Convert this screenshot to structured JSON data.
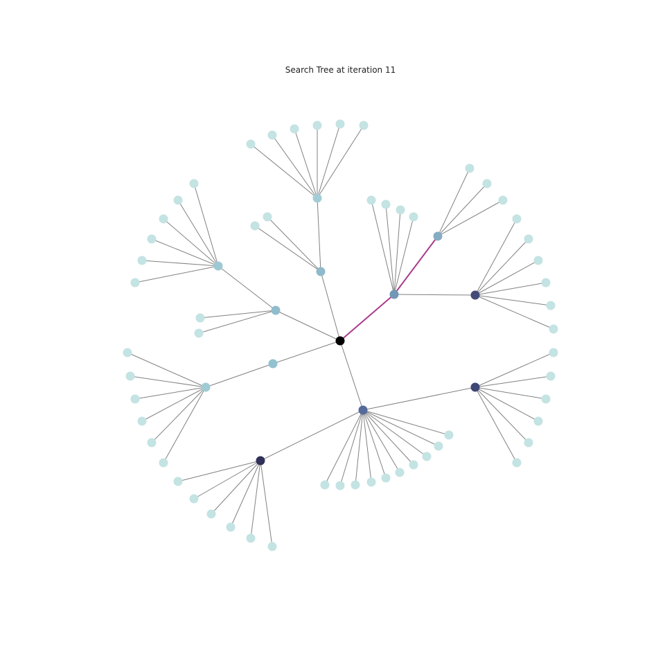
{
  "title": "Search Tree at iteration 11",
  "colors": {
    "edge": "#808080",
    "highlight_edge": "#a83a8c",
    "root": "#000000",
    "leaf": "#c4e3e3"
  },
  "tree": {
    "root": "n0",
    "highlight_path": [
      "n0",
      "n1",
      "n2"
    ],
    "nodes": [
      {
        "id": "n0",
        "parent": null,
        "color": "#000000"
      },
      {
        "id": "n1",
        "parent": "n0",
        "color": "#7198b5"
      },
      {
        "id": "n2",
        "parent": "n1",
        "color": "#84adc4"
      },
      {
        "id": "n3",
        "parent": "n1",
        "color": "#434a78"
      },
      {
        "id": "n4",
        "parent": "n0",
        "color": "#8ebacb"
      },
      {
        "id": "n5",
        "parent": "n4",
        "color": "#a3cdd6"
      },
      {
        "id": "n6",
        "parent": "n0",
        "color": "#90bccd"
      },
      {
        "id": "n7",
        "parent": "n6",
        "color": "#9ec9d4"
      },
      {
        "id": "n8",
        "parent": "n0",
        "color": "#94c1cf"
      },
      {
        "id": "n9",
        "parent": "n8",
        "color": "#a0cbd5"
      },
      {
        "id": "n10",
        "parent": "n0",
        "color": "#546a9a"
      },
      {
        "id": "n11",
        "parent": "n10",
        "color": "#3e4876"
      },
      {
        "id": "n12",
        "parent": "n10",
        "color": "#30305a"
      }
    ],
    "leaf_groups": [
      {
        "parent": "n1",
        "count": 4
      },
      {
        "parent": "n2",
        "count": 3
      },
      {
        "parent": "n3",
        "count": 6
      },
      {
        "parent": "n4",
        "count": 2
      },
      {
        "parent": "n5",
        "count": 6
      },
      {
        "parent": "n6",
        "count": 2
      },
      {
        "parent": "n7",
        "count": 6
      },
      {
        "parent": "n9",
        "count": 6
      },
      {
        "parent": "n10",
        "count": 10
      },
      {
        "parent": "n11",
        "count": 6
      },
      {
        "parent": "n12",
        "count": 6
      }
    ]
  }
}
